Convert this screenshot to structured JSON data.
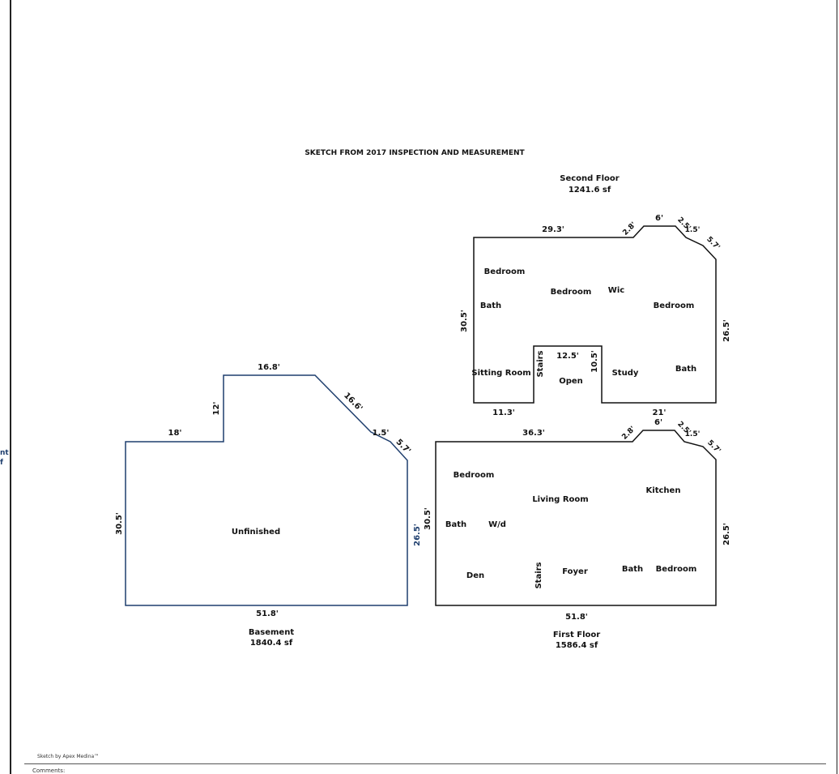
{
  "title": "SKETCH FROM 2017 INSPECTION AND MEASUREMENT",
  "edge_fragment": [
    "nt",
    "f"
  ],
  "basement": {
    "name": "Basement",
    "area": "1840.4 sf",
    "rooms": [
      "Unfinished"
    ],
    "dimensions": {
      "top_left": "18'",
      "step": "12'",
      "top": "16.8'",
      "diagonal": "16.6'",
      "small": "1.5'",
      "corner": "5.7'",
      "left": "30.5'",
      "right": "26.5'",
      "bottom": "51.8'"
    }
  },
  "first_floor": {
    "name": "First Floor",
    "area": "1586.4 sf",
    "rooms": {
      "bedroom1": "Bedroom",
      "living": "Living Room",
      "kitchen": "Kitchen",
      "bath1": "Bath",
      "wd": "W/d",
      "den": "Den",
      "stairs": "Stairs",
      "foyer": "Foyer",
      "bath2": "Bath",
      "bedroom2": "Bedroom"
    },
    "dimensions": {
      "top": "36.3'",
      "d1": "2.8'",
      "d2": "6'",
      "d3": "2.5'",
      "d4": "1.5'",
      "d5": "5.7'",
      "left": "30.5'",
      "right": "26.5'",
      "bottom": "51.8'"
    }
  },
  "second_floor": {
    "name": "Second Floor",
    "area": "1241.6 sf",
    "rooms": {
      "bedroom1": "Bedroom",
      "bedroom2": "Bedroom",
      "wic": "Wic",
      "bedroom3": "Bedroom",
      "bath1": "Bath",
      "sitting": "Sitting Room",
      "stairs": "Stairs",
      "open": "Open",
      "study": "Study",
      "bath2": "Bath"
    },
    "dimensions": {
      "top": "29.3'",
      "d1": "2.8'",
      "d2": "6'",
      "d3": "2.5'",
      "d4": "1.5'",
      "d5": "5.7'",
      "left": "30.5'",
      "right": "26.5'",
      "notch_top": "12.5'",
      "notch_side": "10.5'",
      "bottom_left": "11.3'",
      "bottom_right": "21'"
    }
  },
  "footer": {
    "credit": "Sketch by Apex Medina™",
    "cut_text": "Comments:"
  }
}
